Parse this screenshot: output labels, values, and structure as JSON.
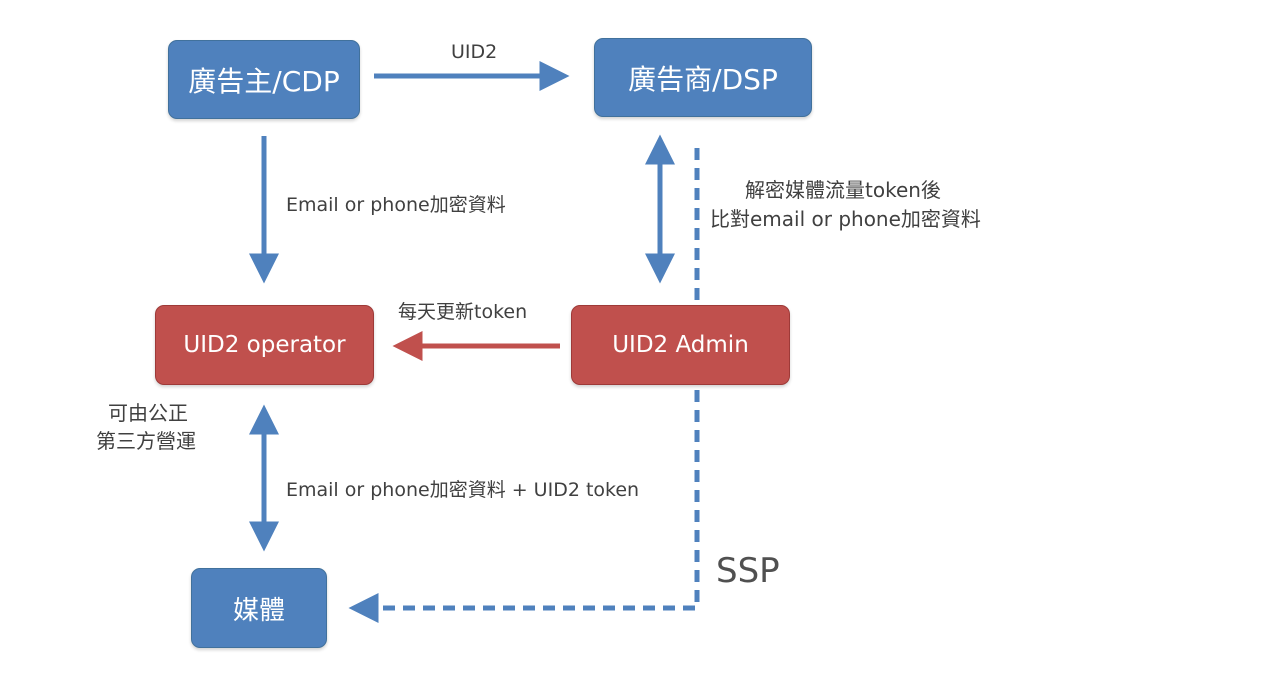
{
  "nodes": {
    "advertiser": "廣告主/CDP",
    "dsp": "廣告商/DSP",
    "operator": "UID2 operator",
    "admin": "UID2 Admin",
    "media": "媒體"
  },
  "edge_labels": {
    "advertiser_to_dsp": "UID2",
    "advertiser_to_operator": "Email or phone加密資料",
    "dsp_decrypt_line1": "解密媒體流量token後",
    "dsp_decrypt_line2": "比對email or phone加密資料",
    "admin_to_operator": "每天更新token",
    "operator_media": "Email or phone加密資料 + UID2 token",
    "ssp": "SSP"
  },
  "annotations": {
    "operator_note_line1": "可由公正",
    "operator_note_line2": "第三方營運"
  },
  "colors": {
    "blue_node": "#4F81BD",
    "red_node": "#C0504D",
    "blue_arrow": "#4F81BD",
    "red_arrow": "#C0504D",
    "text": "#404040"
  }
}
